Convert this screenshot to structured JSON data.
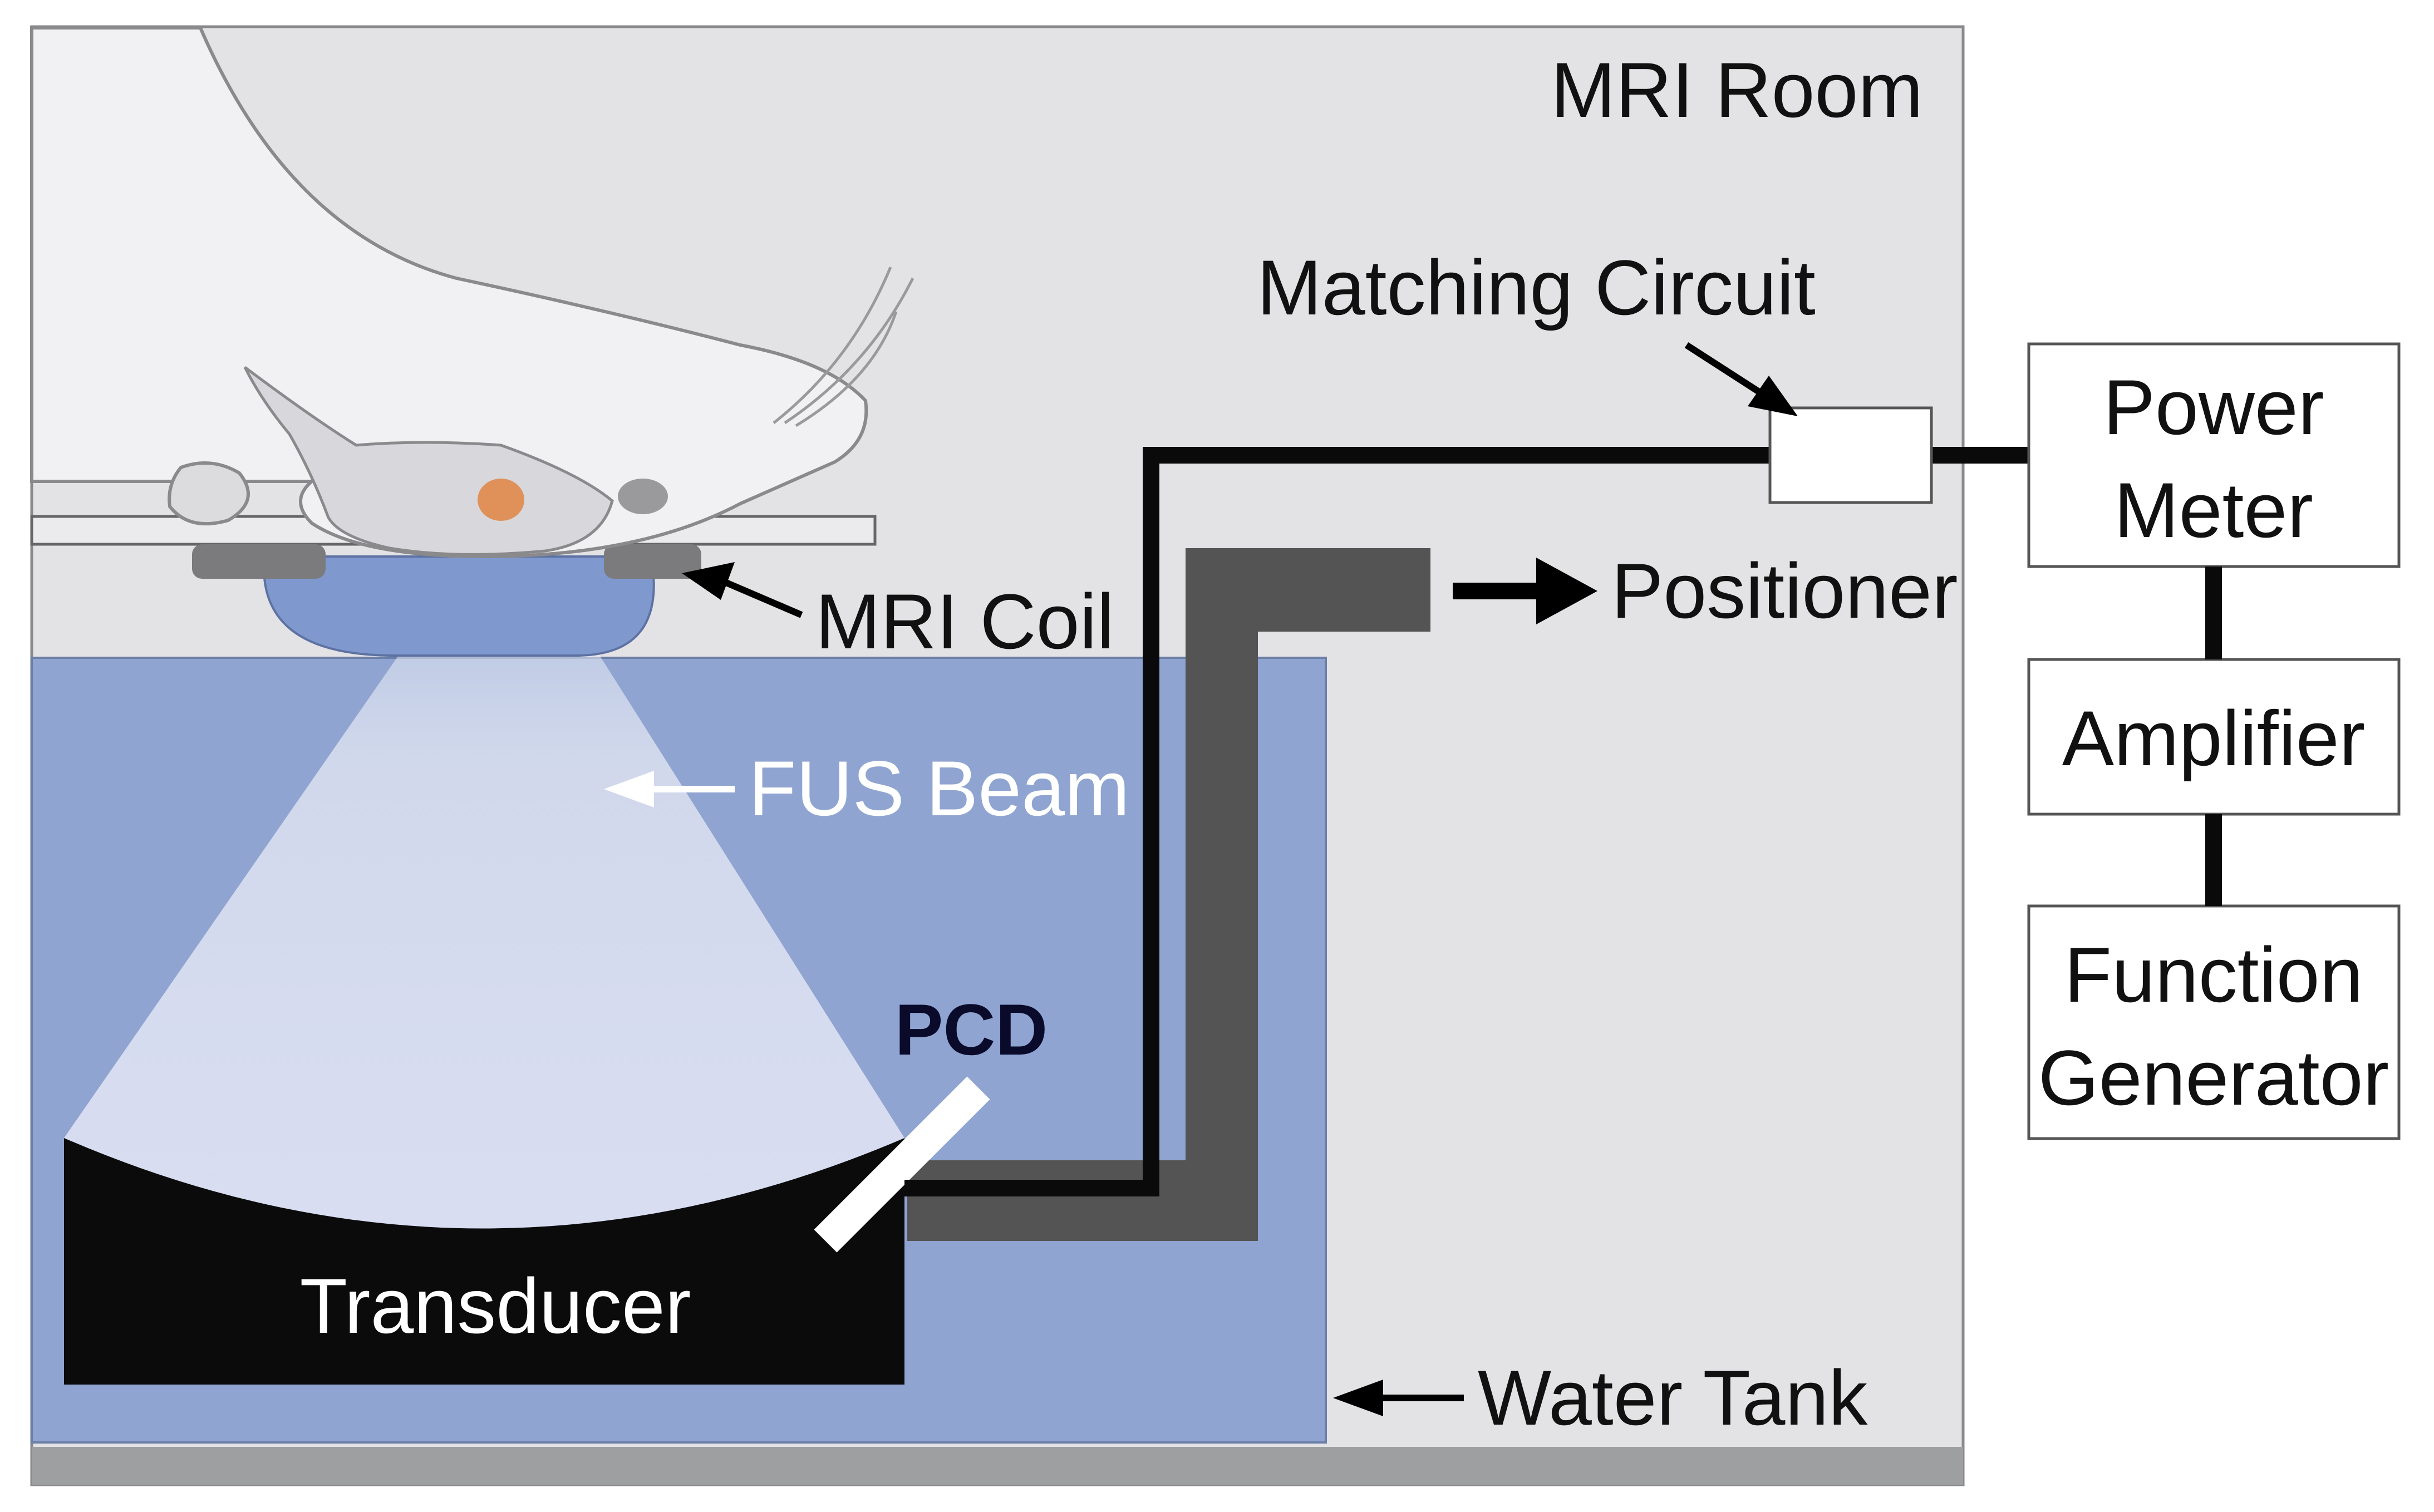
{
  "labels": {
    "mri_room": "MRI Room",
    "matching_circuit": "Matching Circuit",
    "power_meter_line1": "Power",
    "power_meter_line2": "Meter",
    "amplifier": "Amplifier",
    "function_generator_line1": "Function",
    "function_generator_line2": "Generator",
    "positioner": "Positioner",
    "mri_coil": "MRI Coil",
    "fus_beam": "FUS Beam",
    "pcd": "PCD",
    "transducer": "Transducer",
    "water_tank": "Water Tank"
  },
  "colors": {
    "room": "#e3e2e4",
    "water": "#8fa4d0",
    "coil": "#7f99cf",
    "beam": "#dfe3f3",
    "cable": "#0a0a0a",
    "positioner_arm": "#545454",
    "floor": "#9e9fa1",
    "rat": "#f1f1f3"
  }
}
